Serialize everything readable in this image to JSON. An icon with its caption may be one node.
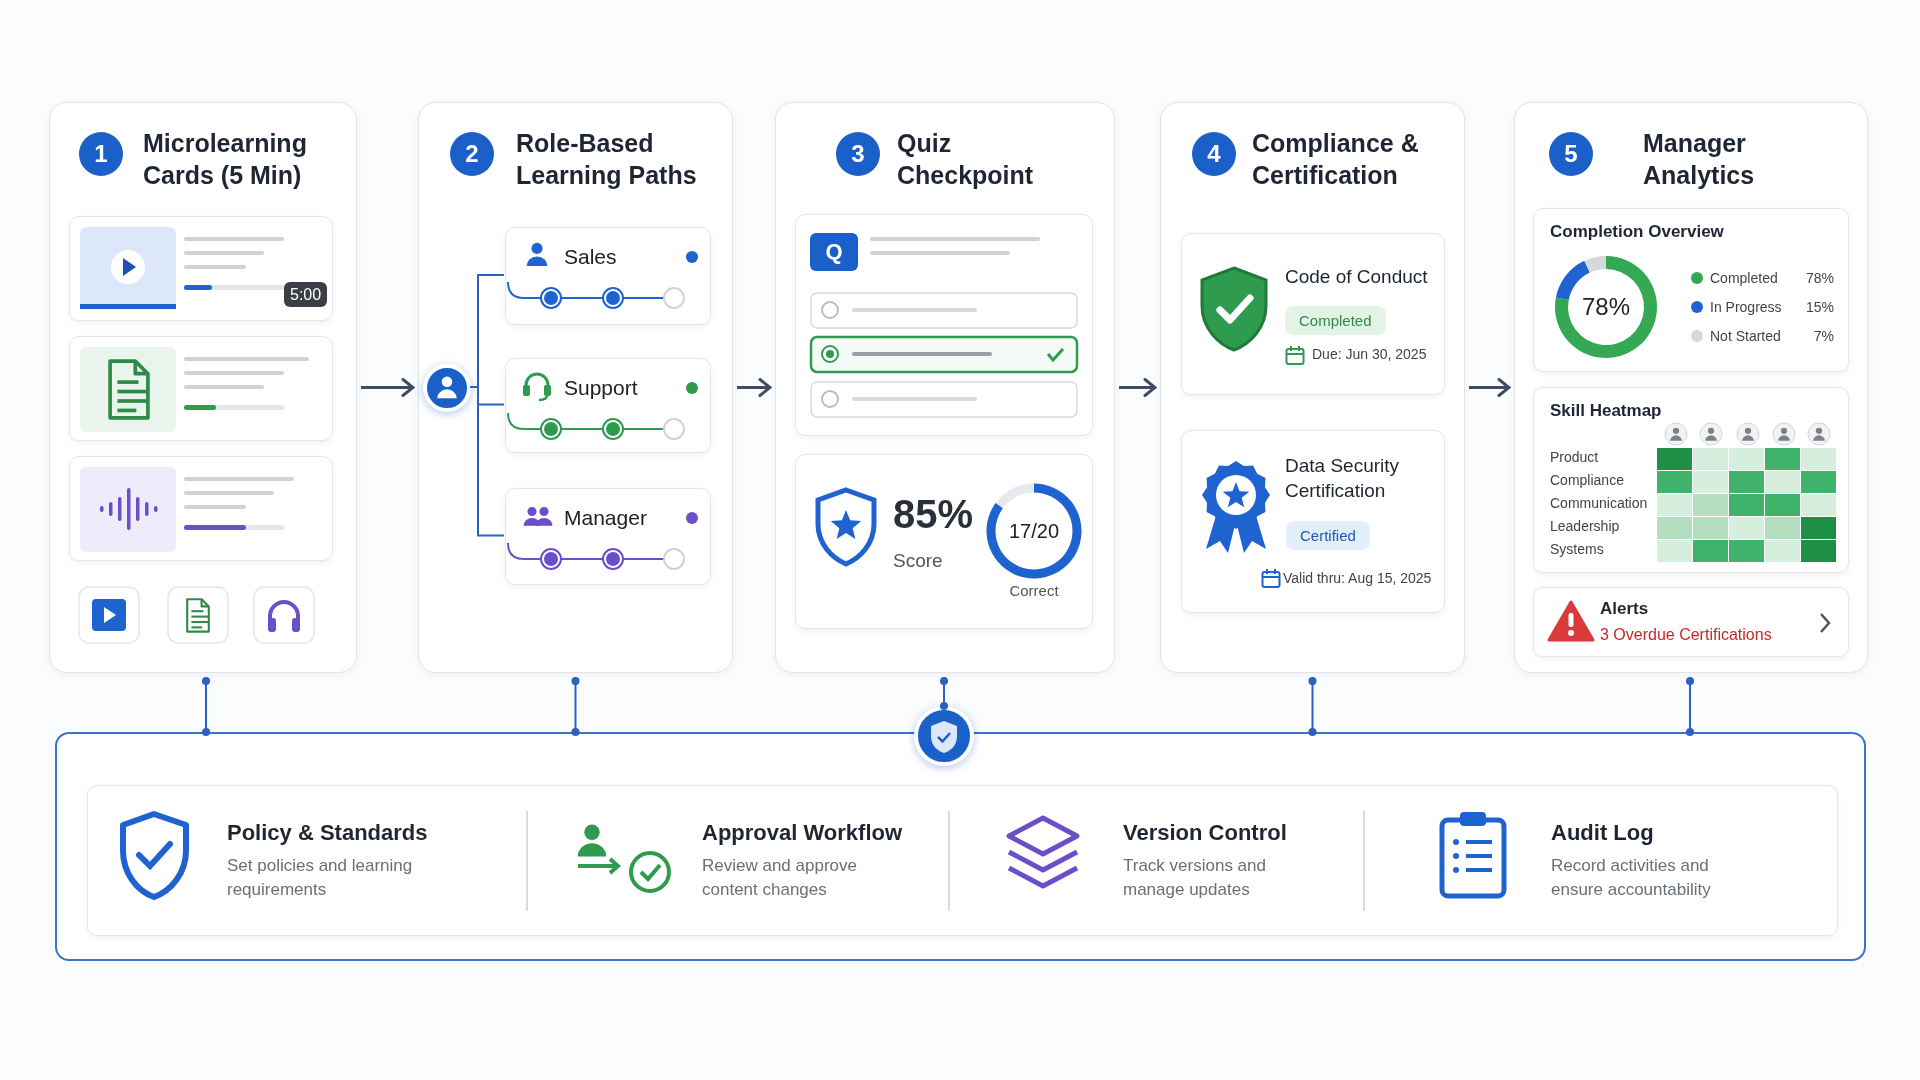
{
  "diagram": {
    "nodes": [
      {
        "text": [
          "1",
          "Microlearning Cards (5 Min)"
        ]
      },
      {
        "text": [
          "5:00"
        ],
        "in": 0
      },
      {
        "text": [],
        "shape": "box",
        "in": 0
      },
      {
        "text": [],
        "shape": "box",
        "in": 0
      },
      {
        "text": [
          "2",
          "Role-Based Learning Paths"
        ]
      },
      {
        "text": [],
        "shape": "circle",
        "in": 4
      },
      {
        "text": [
          "Sales"
        ],
        "in": 4
      },
      {
        "text": [
          "Support"
        ],
        "in": 4
      },
      {
        "text": [
          "Manager"
        ],
        "in": 4
      },
      {
        "text": [
          "3",
          "Quiz Checkpoint"
        ]
      },
      {
        "text": [
          "Q"
        ],
        "in": 9
      },
      {
        "text": [
          "85%",
          "Score",
          "17/20",
          "Correct"
        ],
        "in": 9
      },
      {
        "text": [
          "4",
          "Compliance & Certification"
        ]
      },
      {
        "text": [
          "Code of Conduct",
          "Completed",
          "Due: Jun 30, 2025"
        ],
        "in": 12
      },
      {
        "text": [
          "Data Security Certification",
          "Certified",
          "Valid thru: Aug 15, 2025"
        ],
        "in": 12
      },
      {
        "text": [
          "5",
          "Manager Analytics"
        ]
      },
      {
        "text": [
          "Completion Overview"
        ],
        "in": 15
      },
      {
        "text": [
          "Skill Heatmap",
          "Product",
          "Compliance",
          "Communication",
          "Leadership",
          "Systems"
        ],
        "in": 15
      },
      {
        "text": [
          "Alerts",
          "3 Overdue Certifications"
        ],
        "in": 15
      },
      {
        "text": [],
        "shape": "box"
      },
      {
        "text": [],
        "shape": "circle"
      },
      {
        "text": [
          "Policy & Standards",
          "Set policies and learning requirements",
          "Approval Workflow",
          "Review and approve content changes",
          "Version Control",
          "Track versions and manage updates",
          "Audit Log",
          "Record activities and ensure accountability"
        ],
        "in": 19
      }
    ],
    "edges": [
      {
        "from": 0,
        "to": 4,
        "arrow": "to",
        "color": "#3d4b63"
      },
      {
        "from": 4,
        "to": 9,
        "arrow": "to",
        "color": "#3d4b63"
      },
      {
        "from": 9,
        "to": 12,
        "arrow": "to",
        "color": "#3d4b63"
      },
      {
        "from": 12,
        "to": 15,
        "arrow": "to",
        "color": "#3d4b63"
      },
      {
        "from": 5,
        "to": 6,
        "arrow": "none"
      },
      {
        "from": 5,
        "to": 7,
        "arrow": "none"
      },
      {
        "from": 5,
        "to": 8,
        "arrow": "none"
      },
      {
        "from": 0,
        "to": 19,
        "arrow": "other"
      },
      {
        "from": 4,
        "to": 19,
        "arrow": "other"
      },
      {
        "from": 9,
        "to": 20,
        "arrow": "other"
      },
      {
        "from": 12,
        "to": 19,
        "arrow": "other"
      },
      {
        "from": 15,
        "to": 19,
        "arrow": "other"
      }
    ],
    "labels": [
      "78%",
      "15%",
      "7%"
    ],
    "legend": [
      {
        "text": "Completed",
        "color": "#34a853"
      },
      {
        "text": "In Progress",
        "color": "#1f63d0"
      },
      {
        "text": "Not Started",
        "color": "#d5d8dc"
      }
    ],
    "chart_data": {
      "type": "donut",
      "values": [
        78,
        15,
        7
      ],
      "annotations": [
        "78%"
      ]
    }
  }
}
